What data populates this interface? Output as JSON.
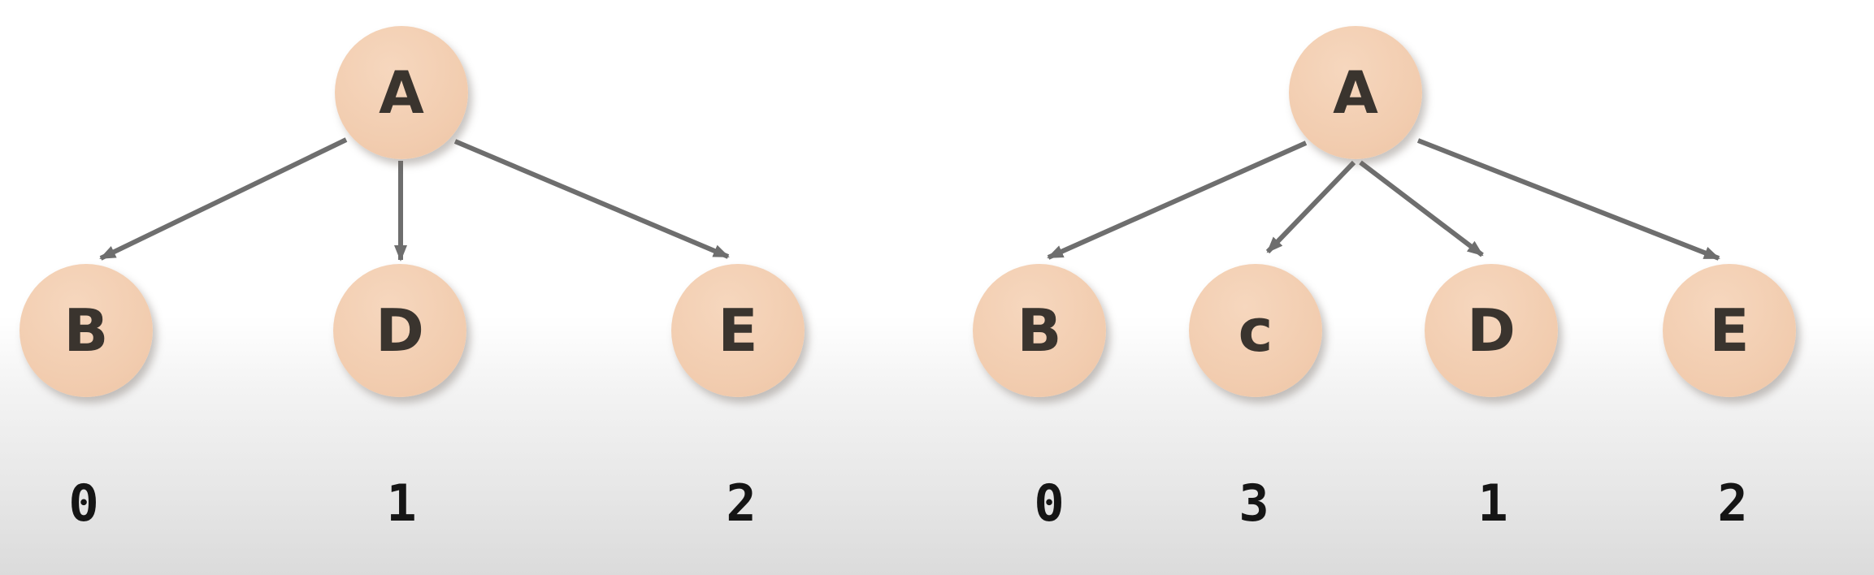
{
  "colors": {
    "bg-top": "#ffffff",
    "bg-bottom": "#dbdbdb",
    "node-fill": "#f2cdb0",
    "node-text": "#3a342e",
    "arrow": "#6e6e6e",
    "index-text": "#151515"
  },
  "trees": [
    {
      "name": "left-tree",
      "root": {
        "label": "A"
      },
      "children": [
        {
          "label": "B",
          "index": "0"
        },
        {
          "label": "D",
          "index": "1"
        },
        {
          "label": "E",
          "index": "2"
        }
      ],
      "edges": [
        [
          "A",
          "B"
        ],
        [
          "A",
          "D"
        ],
        [
          "A",
          "E"
        ]
      ]
    },
    {
      "name": "right-tree",
      "root": {
        "label": "A"
      },
      "children": [
        {
          "label": "B",
          "index": "0"
        },
        {
          "label": "c",
          "index": "3"
        },
        {
          "label": "D",
          "index": "1"
        },
        {
          "label": "E",
          "index": "2"
        }
      ],
      "edges": [
        [
          "A",
          "B"
        ],
        [
          "A",
          "c"
        ],
        [
          "A",
          "D"
        ],
        [
          "A",
          "E"
        ]
      ]
    }
  ]
}
